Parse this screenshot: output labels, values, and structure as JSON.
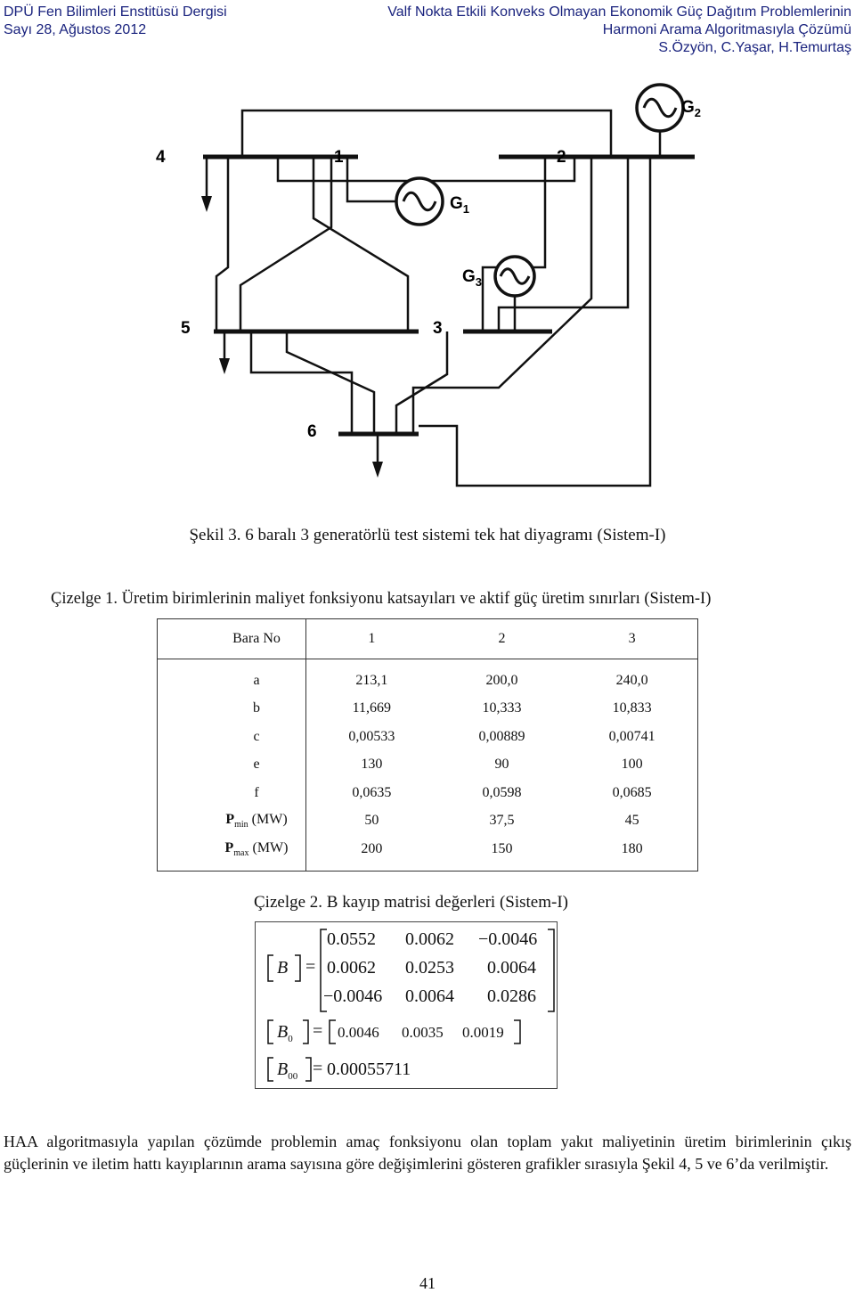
{
  "header": {
    "journal": "DPÜ Fen Bilimleri Enstitüsü Dergisi",
    "issue": "Sayı 28, Ağustos  2012",
    "title_line1": "Valf Nokta Etkili Konveks Olmayan Ekonomik Güç Dağıtım Problemlerinin",
    "title_line2": "Harmoni Arama Algoritmasıyla Çözümü",
    "authors": "S.Özyön, C.Yaşar, H.Temurtaş"
  },
  "figure": {
    "buses": {
      "b4": "4",
      "b1": "1",
      "b2": "2",
      "b5": "5",
      "b3": "3",
      "b6": "6"
    },
    "generators": {
      "g1": "G",
      "g1_sub": "1",
      "g2": "G",
      "g2_sub": "2",
      "g3": "G",
      "g3_sub": "3"
    },
    "caption": "Şekil 3. 6 baralı 3 generatörlü test sistemi tek hat diyagramı (Sistem-I)"
  },
  "table1": {
    "title": "Çizelge 1. Üretim birimlerinin maliyet fonksiyonu katsayıları ve aktif güç üretim sınırları (Sistem-I)",
    "header": [
      "Bara No",
      "1",
      "2",
      "3"
    ],
    "rows": [
      {
        "label": "a",
        "values": [
          "213,1",
          "200,0",
          "240,0"
        ]
      },
      {
        "label": "b",
        "values": [
          "11,669",
          "10,333",
          "10,833"
        ]
      },
      {
        "label": "c",
        "values": [
          "0,00533",
          "0,00889",
          "0,00741"
        ]
      },
      {
        "label": "e",
        "values": [
          "130",
          "90",
          "100"
        ]
      },
      {
        "label": "f",
        "values": [
          "0,0635",
          "0,0598",
          "0,0685"
        ]
      },
      {
        "label": "P",
        "sub": "min",
        "unit": " (MW)",
        "values": [
          "50",
          "37,5",
          "45"
        ]
      },
      {
        "label": "P",
        "sub": "max",
        "unit": " (MW)",
        "values": [
          "200",
          "150",
          "180"
        ]
      }
    ]
  },
  "table2": {
    "title": "Çizelge 2. B kayıp matrisi değerleri (Sistem-I)",
    "B_label": "B",
    "B": [
      [
        "0.0552",
        "0.0062",
        "−0.0046"
      ],
      [
        "0.0062",
        "0.0253",
        "0.0064"
      ],
      [
        "−0.0046",
        "0.0064",
        "0.0286"
      ]
    ],
    "B0_label": "B",
    "B0_sub": "0",
    "B0": [
      "0.0046",
      "0.0035",
      "0.0019"
    ],
    "B00_label": "B",
    "B00_sub": "00",
    "B00": "0.00055711"
  },
  "paragraph": "HAA algoritmasıyla yapılan çözümde problemin amaç fonksiyonu olan toplam yakıt maliyetinin üretim birimlerinin çıkış güçlerinin ve iletim hattı kayıplarının arama sayısına göre değişimlerini gösteren grafikler sırasıyla Şekil 4, 5 ve 6’da verilmiştir.",
  "page_number": "41"
}
